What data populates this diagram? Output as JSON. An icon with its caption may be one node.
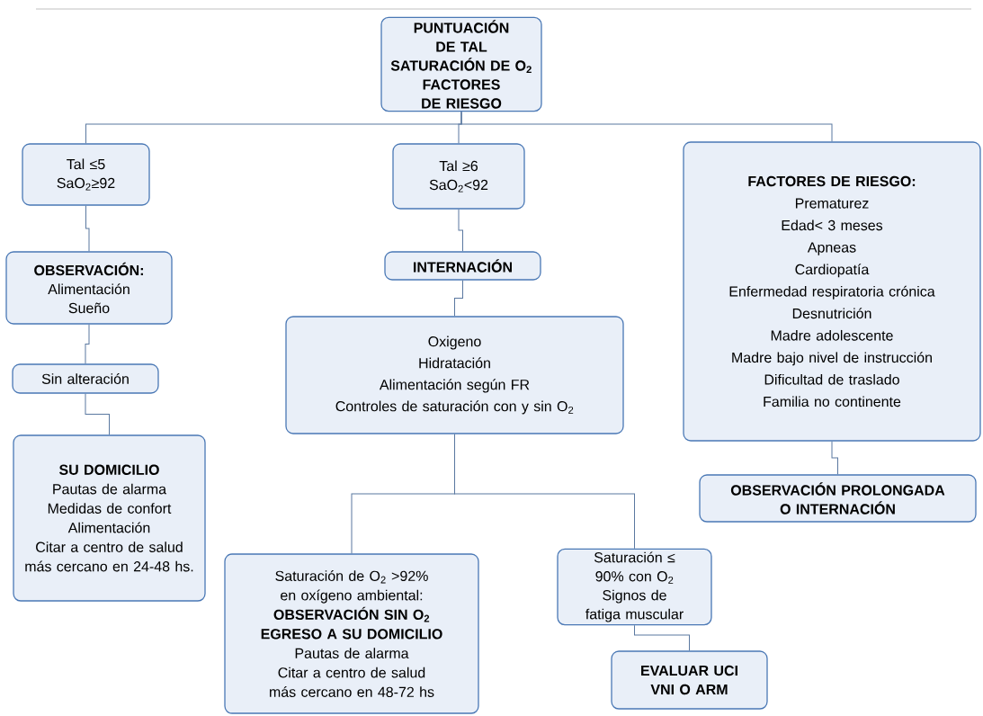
{
  "diagram": {
    "nodes": [
      {
        "text": [
          "**PUNTUACIÓN DE TAL**",
          "**SATURACIÓN DE O$_{2}$**",
          "**FACTORES DE RIESGO**"
        ]
      },
      {
        "text": [
          "Tal ≤5",
          "SaO$_{2}$≥92"
        ]
      },
      {
        "text": [
          "Tal ≥6",
          "SaO$_{2}$<92"
        ]
      },
      {
        "text": [
          "**FACTORES DE RIESGO:**",
          "Prematurez",
          "Edad< 3 meses",
          "Apneas",
          "Cardiopatía",
          "Enfermedad respiratoria crónica",
          "Desnutrición",
          "Madre adolescente",
          "Madre bajo nivel de instrucción",
          "Dificultad de traslado",
          "Familia no continente"
        ]
      },
      {
        "text": [
          "**OBSERVACIÓN:**",
          "Alimentación",
          "Sueño"
        ]
      },
      {
        "text": [
          "**INTERNACIÓN**"
        ]
      },
      {
        "text": [
          "Sin alteración"
        ]
      },
      {
        "text": [
          "Oxigeno",
          "Hidratación",
          "Alimentación según FR",
          "Controles de saturación con y sin O$_{2}$"
        ]
      },
      {
        "text": [
          "**OBSERVACIÓN PROLONGADA O INTERNACIÓN**"
        ]
      },
      {
        "text": [
          "**SU DOMICILIO**",
          "Pautas de alarma",
          "Medidas de confort",
          "Alimentación",
          "Citar a centro de salud más cercano en 24-48 hs."
        ]
      },
      {
        "text": [
          "Saturación de O$_{2}$ >92% en oxígeno ambiental:",
          "**OBSERVACIÓN SIN O$_{2}$**",
          "**EGRESO A SU DOMICILIO**",
          "Pautas de alarma",
          "Citar a centro de salud más cercano en 48-72 hs"
        ]
      },
      {
        "text": [
          "Saturación ≤ 90% con O$_{2}$",
          "Signos de fatiga muscular"
        ]
      },
      {
        "text": [
          "**EVALUAR UCI**",
          "**VNI O ARM**"
        ]
      }
    ],
    "edges": [
      {
        "from": 0,
        "to": 1,
        "arrow": "none"
      },
      {
        "from": 0,
        "to": 2,
        "arrow": "none"
      },
      {
        "from": 0,
        "to": 3,
        "arrow": "none"
      },
      {
        "from": 1,
        "to": 4,
        "arrow": "none"
      },
      {
        "from": 2,
        "to": 5,
        "arrow": "none"
      },
      {
        "from": 3,
        "to": 8,
        "arrow": "none"
      },
      {
        "from": 4,
        "to": 6,
        "arrow": "none"
      },
      {
        "from": 5,
        "to": 7,
        "arrow": "none"
      },
      {
        "from": 6,
        "to": 9,
        "arrow": "none"
      },
      {
        "from": 7,
        "to": 10,
        "arrow": "none"
      },
      {
        "from": 7,
        "to": 11,
        "arrow": "none"
      },
      {
        "from": 11,
        "to": 12,
        "arrow": "none"
      }
    ]
  }
}
